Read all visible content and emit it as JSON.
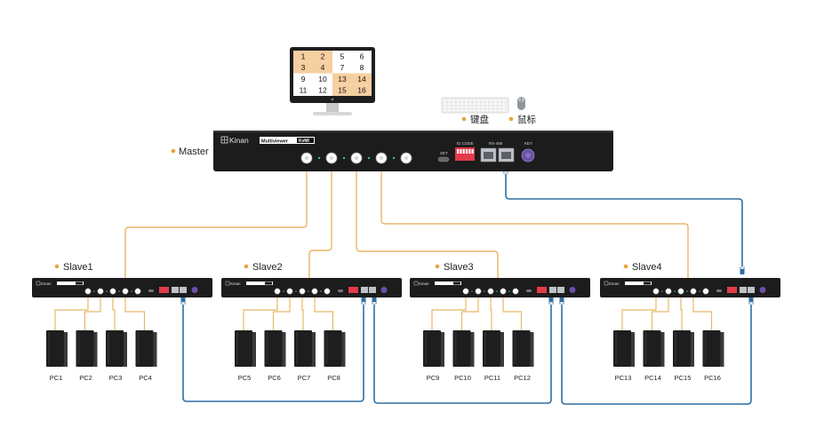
{
  "monitor": {
    "cells": [
      "1",
      "2",
      "5",
      "6",
      "3",
      "4",
      "7",
      "8",
      "9",
      "10",
      "13",
      "14",
      "11",
      "12",
      "15",
      "16"
    ],
    "highlight": [
      true,
      true,
      false,
      false,
      true,
      true,
      false,
      false,
      false,
      false,
      true,
      true,
      false,
      false,
      true,
      true
    ],
    "highlight_color": "#f6cfa1"
  },
  "peripherals": {
    "keyboard_label": "键盘",
    "mouse_label": "鼠标"
  },
  "master": {
    "label": "Master",
    "brand": "Kinan",
    "model": "Multiviewer",
    "model_badge": "KvMl",
    "id_code_label": "ID CODE",
    "rs485_label": "RS-485",
    "key_label": "KEY",
    "set_label": "SET"
  },
  "slaves": [
    {
      "label": "Slave1",
      "pcs": [
        "PC1",
        "PC2",
        "PC3",
        "PC4"
      ]
    },
    {
      "label": "Slave2",
      "pcs": [
        "PC5",
        "PC6",
        "PC7",
        "PC8"
      ]
    },
    {
      "label": "Slave3",
      "pcs": [
        "PC9",
        "PC10",
        "PC11",
        "PC12"
      ]
    },
    {
      "label": "Slave4",
      "pcs": [
        "PC13",
        "PC14",
        "PC15",
        "PC16"
      ]
    }
  ],
  "colors": {
    "dot": "#e8a33c",
    "hdmi_line": "#e8b768",
    "network_line": "#2f6fa3",
    "device": "#1c1c1c",
    "id_code": "#e33b4a",
    "key_button": "#6b4fa8"
  }
}
